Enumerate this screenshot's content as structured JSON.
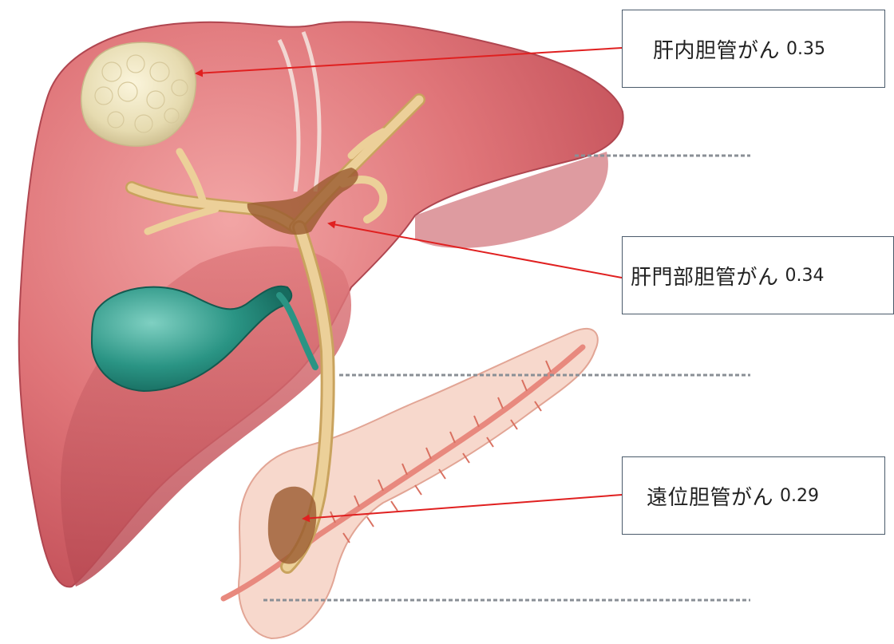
{
  "colors": {
    "liver": "#d9686c",
    "liver_light": "#ee9a9a",
    "liver_dark": "#b84a52",
    "bile_duct": "#e8c98a",
    "bile_duct_tumor": "#9a5a2e",
    "gallbladder": "#2a8c7e",
    "pancreas": "#f6d2c4",
    "pancreatic_duct": "#e8897e",
    "tumor_mass": "#e4d9b2",
    "arrow": "#e02020",
    "dashed_line": "#8a8f96",
    "box_border": "#4a5a6a"
  },
  "labels": [
    {
      "name": "肝内胆管がん",
      "value": "0.35"
    },
    {
      "name": "肝門部胆管がん",
      "value": "0.34"
    },
    {
      "name": "遠位胆管がん",
      "value": "0.29"
    }
  ]
}
